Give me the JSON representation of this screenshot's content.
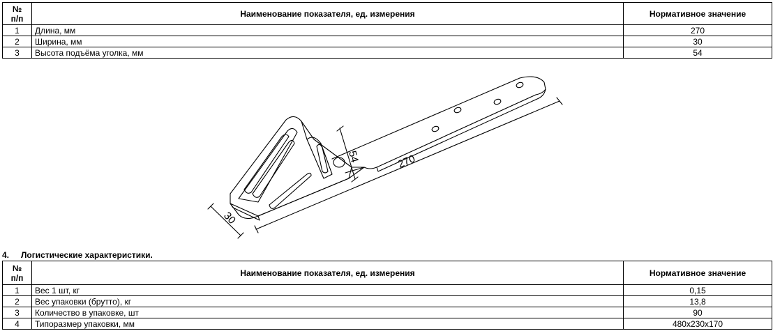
{
  "table1": {
    "headers": {
      "num": "№\nп/п",
      "name": "Наименование показателя, ед. измерения",
      "value": "Нормативное значение"
    },
    "rows": [
      {
        "num": "1",
        "name": "Длина, мм",
        "value": "270"
      },
      {
        "num": "2",
        "name": "Ширина, мм",
        "value": "30"
      },
      {
        "num": "3",
        "name": "Высота подъёма уголка, мм",
        "value": "54"
      }
    ]
  },
  "drawing": {
    "dim_length": "270",
    "dim_width": "30",
    "dim_height": "54"
  },
  "section4": {
    "number": "4.",
    "title": "Логистические характеристики."
  },
  "table2": {
    "headers": {
      "num": "№\nп/п",
      "name": "Наименование показателя, ед. измерения",
      "value": "Нормативное значение"
    },
    "rows": [
      {
        "num": "1",
        "name": "Вес 1 шт, кг",
        "value": "0,15"
      },
      {
        "num": "2",
        "name": "Вес упаковки (брутто), кг",
        "value": "13,8"
      },
      {
        "num": "3",
        "name": "Количество в упаковке, шт",
        "value": "90"
      },
      {
        "num": "4",
        "name": "Типоразмер упаковки, мм",
        "value": "480x230x170"
      }
    ]
  }
}
